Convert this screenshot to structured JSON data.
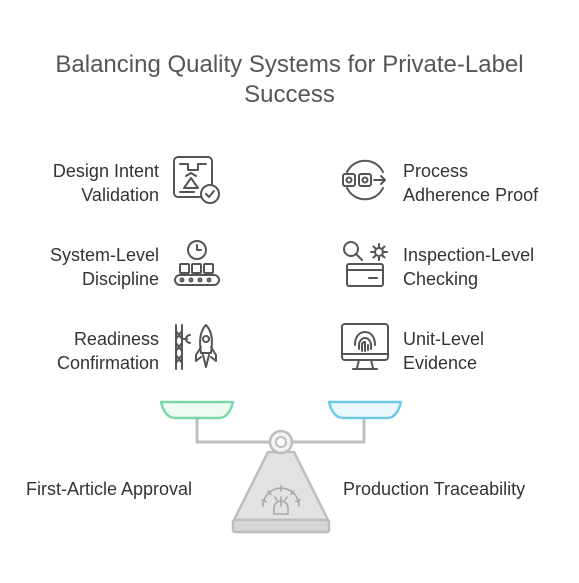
{
  "title": {
    "line1": "Balancing Quality Systems for Private-Label",
    "line2": "Success"
  },
  "left_items": [
    {
      "line1": "Design Intent",
      "line2": "Validation",
      "icon": "blueprint-check-icon"
    },
    {
      "line1": "System-Level",
      "line2": "Discipline",
      "icon": "conveyor-clock-icon"
    },
    {
      "line1": "Readiness",
      "line2": "Confirmation",
      "icon": "rocket-launch-icon"
    }
  ],
  "right_items": [
    {
      "line1": "Process",
      "line2": "Adherence Proof",
      "icon": "process-cycle-icon"
    },
    {
      "line1": "Inspection-Level",
      "line2": "Checking",
      "icon": "search-gear-icon"
    },
    {
      "line1": "Unit-Level",
      "line2": "Evidence",
      "icon": "fingerprint-monitor-icon"
    }
  ],
  "scale": {
    "left_label": "First-Article Approval",
    "right_label": "Production Traceability"
  },
  "colors": {
    "left_pan": "#7bd8a6",
    "right_pan": "#6cc9e6",
    "scale_gray": "#bdbdbd",
    "icon_gray": "#555555"
  }
}
